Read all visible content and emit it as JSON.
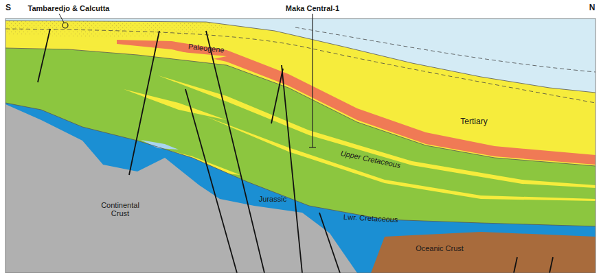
{
  "diagram": {
    "labels": [
      "S",
      "Tambaredjo & Calcutta",
      "Maka Central-1",
      "N",
      "Paleogene",
      "Tertiary",
      "Upper Cretaceous",
      "Jurassic",
      "Continental Crust",
      "Lwr. Cretaceous",
      "Oceanic Crust"
    ]
  }
}
